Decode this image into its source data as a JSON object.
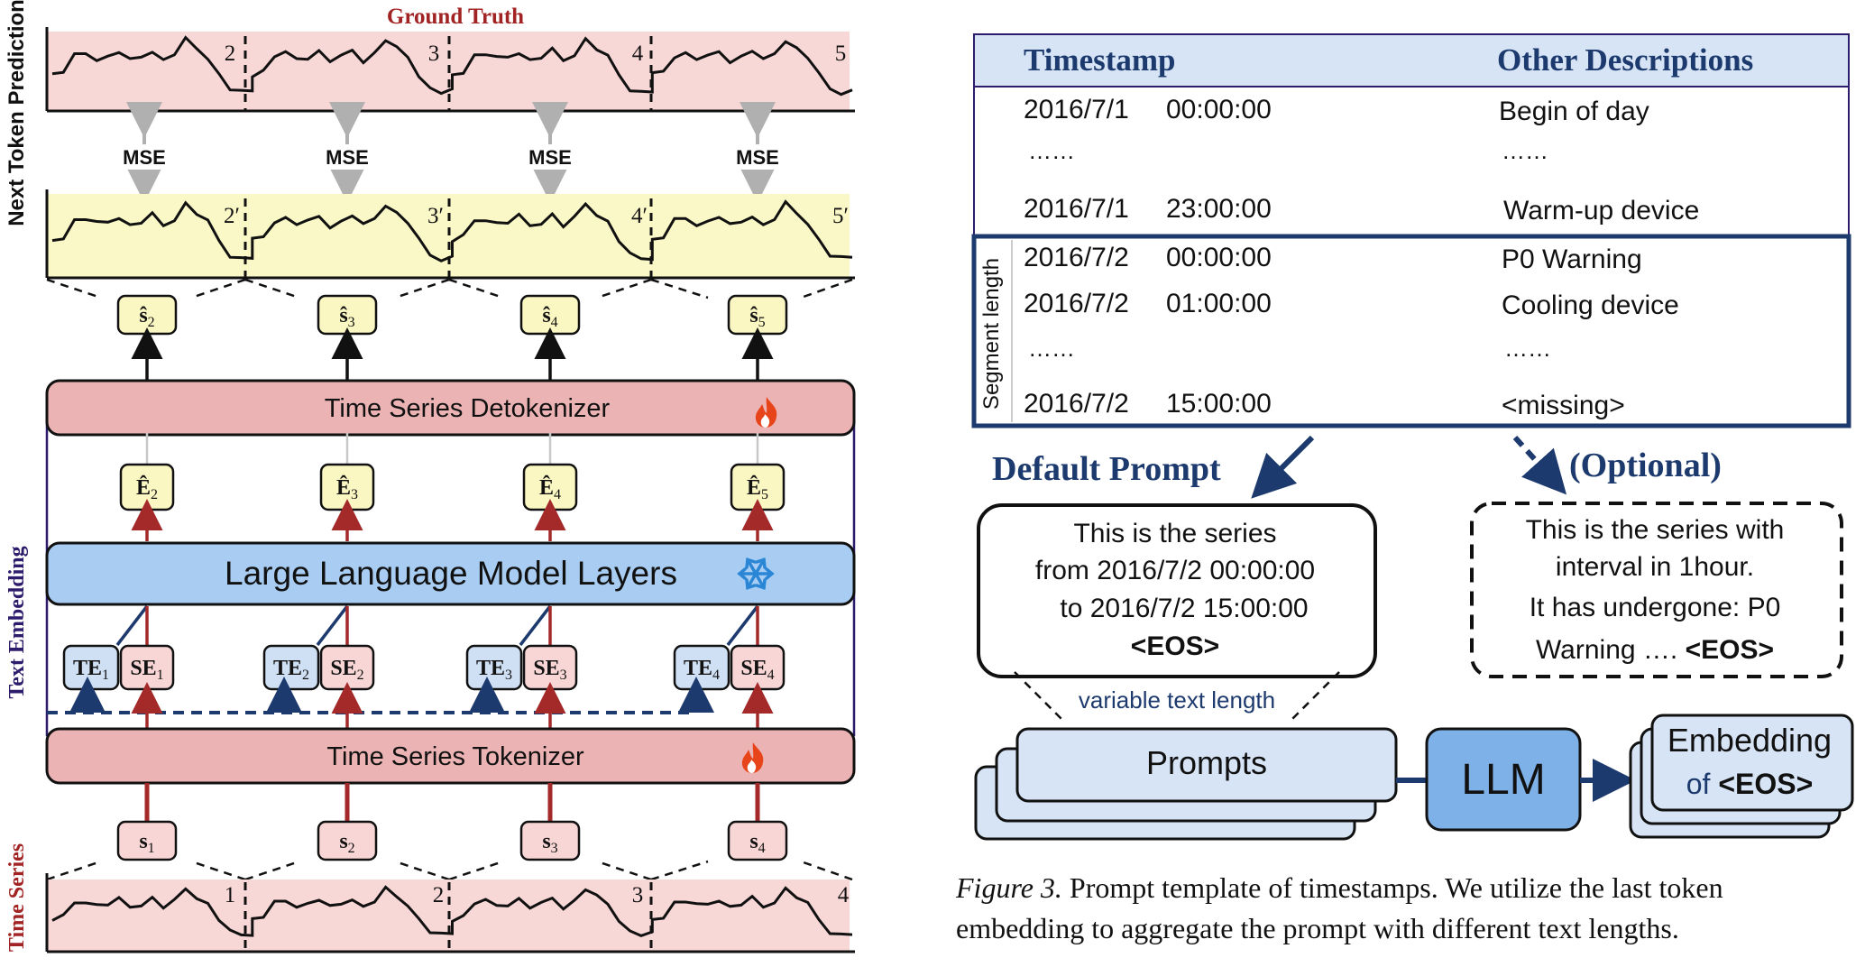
{
  "left": {
    "ground_truth_title": "Ground Truth",
    "y_label_top": "Next Token Prediction",
    "y_label_mid": "Text Embedding",
    "y_label_bottom": "Time Series",
    "gt_segments": [
      "2",
      "3",
      "4",
      "5"
    ],
    "pred_segments": [
      "2′",
      "3′",
      "4′",
      "5′"
    ],
    "input_segments": [
      "1",
      "2",
      "3",
      "4"
    ],
    "mse_labels": [
      "MSE",
      "MSE",
      "MSE",
      "MSE"
    ],
    "pred_tokens": [
      {
        "base": "ŝ",
        "sub": "2"
      },
      {
        "base": "ŝ",
        "sub": "3"
      },
      {
        "base": "ŝ",
        "sub": "4"
      },
      {
        "base": "ŝ",
        "sub": "5"
      }
    ],
    "detokenizer_label": "Time Series Detokenizer",
    "emb_tokens": [
      {
        "base": "Ê",
        "sub": "2"
      },
      {
        "base": "Ê",
        "sub": "3"
      },
      {
        "base": "Ê",
        "sub": "4"
      },
      {
        "base": "Ê",
        "sub": "5"
      }
    ],
    "llm_label": "Large Language Model Layers",
    "te_tokens": [
      {
        "base": "TE",
        "sub": "1"
      },
      {
        "base": "TE",
        "sub": "2"
      },
      {
        "base": "TE",
        "sub": "3"
      },
      {
        "base": "TE",
        "sub": "4"
      }
    ],
    "se_tokens": [
      {
        "base": "SE",
        "sub": "1"
      },
      {
        "base": "SE",
        "sub": "2"
      },
      {
        "base": "SE",
        "sub": "3"
      },
      {
        "base": "SE",
        "sub": "4"
      }
    ],
    "tokenizer_label": "Time Series Tokenizer",
    "input_tokens": [
      {
        "base": "s",
        "sub": "1"
      },
      {
        "base": "s",
        "sub": "2"
      },
      {
        "base": "s",
        "sub": "3"
      },
      {
        "base": "s",
        "sub": "4"
      }
    ],
    "colors": {
      "gt_fill": "#f8d7d7",
      "pred_fill": "#fbf8c8",
      "detok_fill": "#ebb3b3",
      "llm_fill": "#a9cdf2",
      "te_fill": "#cfe0f5",
      "se_fill": "#f9d6d6",
      "token_yellow": "#fbf7c3",
      "red_arrow": "#a42a2a",
      "navy": "#1d3a6e",
      "title_red": "#a12323"
    },
    "icons": {
      "trainable": "flame-icon",
      "frozen": "snowflake-icon"
    }
  },
  "right": {
    "table": {
      "headers": [
        "Timestamp",
        "Other Descriptions"
      ],
      "rows": [
        {
          "date": "2016/7/1",
          "time": "00:00:00",
          "desc": "Begin of day"
        },
        {
          "date": "……",
          "time": "",
          "desc": "……"
        },
        {
          "date": "2016/7/1",
          "time": "23:00:00",
          "desc": "Warm-up device"
        },
        {
          "date": "2016/7/2",
          "time": "00:00:00",
          "desc": "P0 Warning"
        },
        {
          "date": "2016/7/2",
          "time": "01:00:00",
          "desc": "Cooling device"
        },
        {
          "date": "……",
          "time": "",
          "desc": "……"
        },
        {
          "date": "2016/7/2",
          "time": "15:00:00",
          "desc": "<missing>"
        }
      ],
      "segment_label": "Segment length"
    },
    "default_prompt_label": "Default Prompt",
    "optional_label": "(Optional)",
    "default_prompt_lines": [
      "This is the series",
      "from 2016/7/2 00:00:00",
      "to 2016/7/2 15:00:00"
    ],
    "default_prompt_eos": "<EOS>",
    "optional_prompt_lines": [
      "This is the series with",
      "interval in 1hour.",
      "It has undergone: P0"
    ],
    "optional_prompt_last": "Warning …. ",
    "optional_prompt_eos": "<EOS>",
    "variable_text": "variable text length",
    "prompts_label": "Prompts",
    "llm_box_label": "LLM",
    "embedding_line1": "Embedding",
    "embedding_of": "of ",
    "embedding_eos": "<EOS>",
    "caption_fig": "Figure 3.",
    "caption_line1": " Prompt template of timestamps. We utilize the last token",
    "caption_line2": "embedding to aggregate the prompt with different text lengths."
  }
}
